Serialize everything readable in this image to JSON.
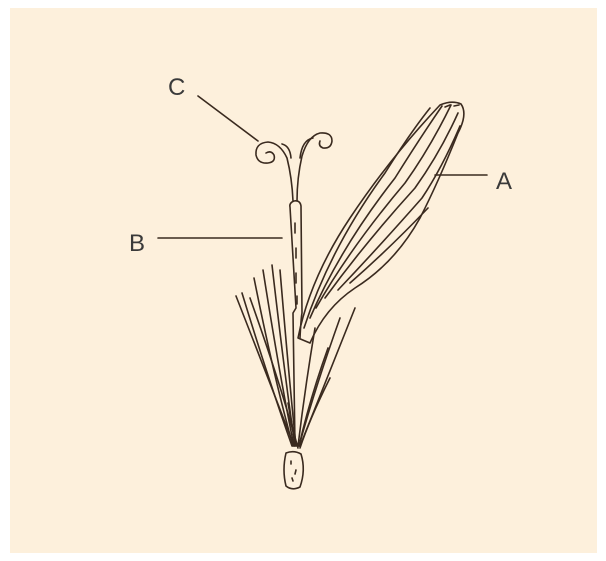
{
  "colors": {
    "background": "#fdf0dc",
    "ink": "#3a2a1f",
    "label_text": "#3a3a3a"
  },
  "labels": {
    "a": "A",
    "b": "B",
    "c": "C"
  }
}
